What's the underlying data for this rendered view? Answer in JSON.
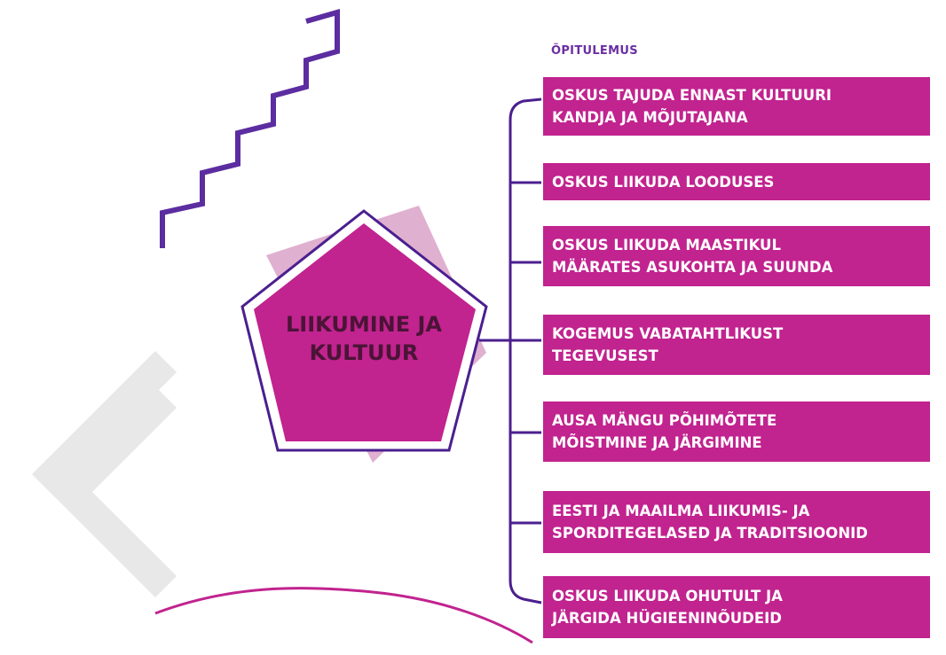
{
  "heading": "ÕPITULEMUS",
  "center_label": {
    "line1": "LIIKUMINE JA",
    "line2": "KULTUUR"
  },
  "outcomes": [
    {
      "line1": "OSKUS TAJUDA ENNAST KULTUURI",
      "line2": "KANDJA JA MÕJUTAJANA"
    },
    {
      "line1": "OSKUS LIIKUDA  LOODUSES",
      "line2": ""
    },
    {
      "line1": "OSKUS LIIKUDA MAASTIKUL",
      "line2": "MÄÄRATES ASUKOHTA JA SUUNDA"
    },
    {
      "line1": "KOGEMUS VABATAHTLIKUST",
      "line2": "TEGEVUSEST"
    },
    {
      "line1": "AUSA MÄNGU PÕHIMÕTETE",
      "line2": "MÕISTMINE JA JÄRGIMINE"
    },
    {
      "line1": "EESTI JA MAAILMA LIIKUMIS- JA",
      "line2": "SPORDITEGELASED JA TRADITSIOONID"
    },
    {
      "line1": "OSKUS LIIKUDA OHUTULT JA",
      "line2": "JÄRGIDA HÜGIEENINÕUDEID"
    }
  ],
  "colors": {
    "box_fill": "#c1238f",
    "connector": "#4b1f8f",
    "pentagon_fill": "#c1238f",
    "pentagon_outline": "#4b1f8f",
    "shadow_square": "#e0b0d0",
    "watermark": "#e6e6e6"
  }
}
